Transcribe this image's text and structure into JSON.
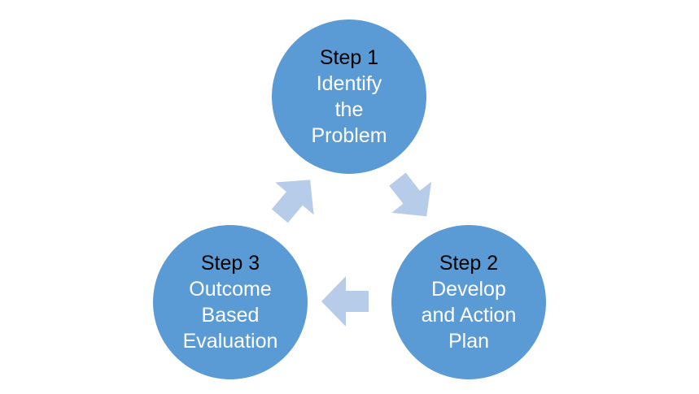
{
  "diagram": {
    "type": "cycle",
    "arrow_color": "#b7cce9",
    "circle_color": "#5b9bd5",
    "steps": [
      {
        "number": "Step 1",
        "text": "Identify\nthe\nProblem"
      },
      {
        "number": "Step 2",
        "text": "Develop\nand Action\nPlan"
      },
      {
        "number": "Step 3",
        "text": "Outcome\nBased\nEvaluation"
      }
    ]
  }
}
